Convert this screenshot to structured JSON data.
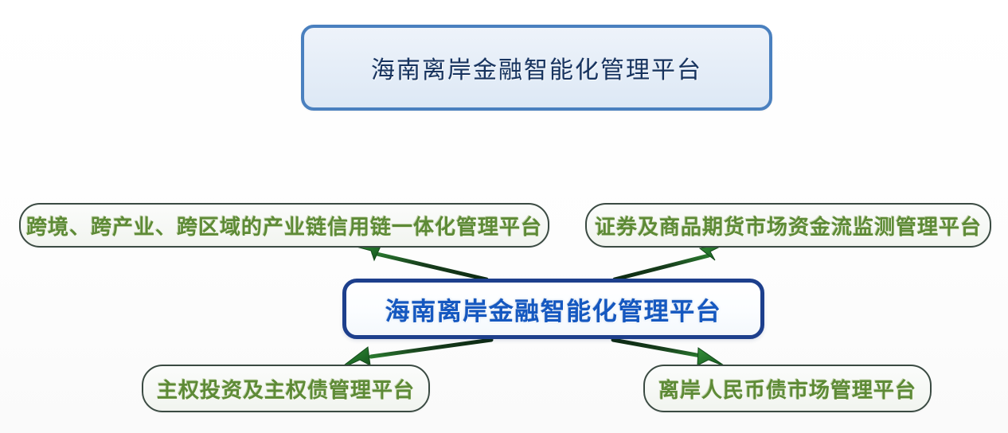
{
  "diagram": {
    "type": "hub-and-spoke",
    "header": {
      "label": "海南离岸金融智能化管理平台",
      "border_color": "#4a80bf",
      "text_color": "#17335e",
      "fill_color": "#e6eef8"
    },
    "center": {
      "label": "海南离岸金融智能化管理平台",
      "border_color": "#1d3f8c",
      "text_color": "#1558c0",
      "fill_color": "#ffffff"
    },
    "nodes": [
      {
        "id": "supply-chain",
        "label": "跨境、跨产业、跨区域的产业链信用链一体化管理平台",
        "position": "top-left",
        "text_color": "#5d8a36",
        "border_color": "#3a4a42"
      },
      {
        "id": "securities-futures",
        "label": "证券及商品期货市场资金流监测管理平台",
        "position": "top-right",
        "text_color": "#5d8a36",
        "border_color": "#3a4a42"
      },
      {
        "id": "sovereign-debt",
        "label": "主权投资及主权债管理平台",
        "position": "bottom-left",
        "text_color": "#5d8a36",
        "border_color": "#3a4a42"
      },
      {
        "id": "offshore-rmb-bond",
        "label": "离岸人民币债市场管理平台",
        "position": "bottom-right",
        "text_color": "#5d8a36",
        "border_color": "#3a4a42"
      }
    ],
    "arrows": {
      "color": "#1f6b27",
      "line_color": "#14331a",
      "count": 4,
      "direction": "center-to-node",
      "items": [
        {
          "id": "arrow-to-supply-chain",
          "from": "center",
          "to": "supply-chain"
        },
        {
          "id": "arrow-to-securities-futures",
          "from": "center",
          "to": "securities-futures"
        },
        {
          "id": "arrow-to-sovereign-debt",
          "from": "center",
          "to": "sovereign-debt"
        },
        {
          "id": "arrow-to-offshore-rmb-bond",
          "from": "center",
          "to": "offshore-rmb-bond"
        }
      ]
    }
  }
}
